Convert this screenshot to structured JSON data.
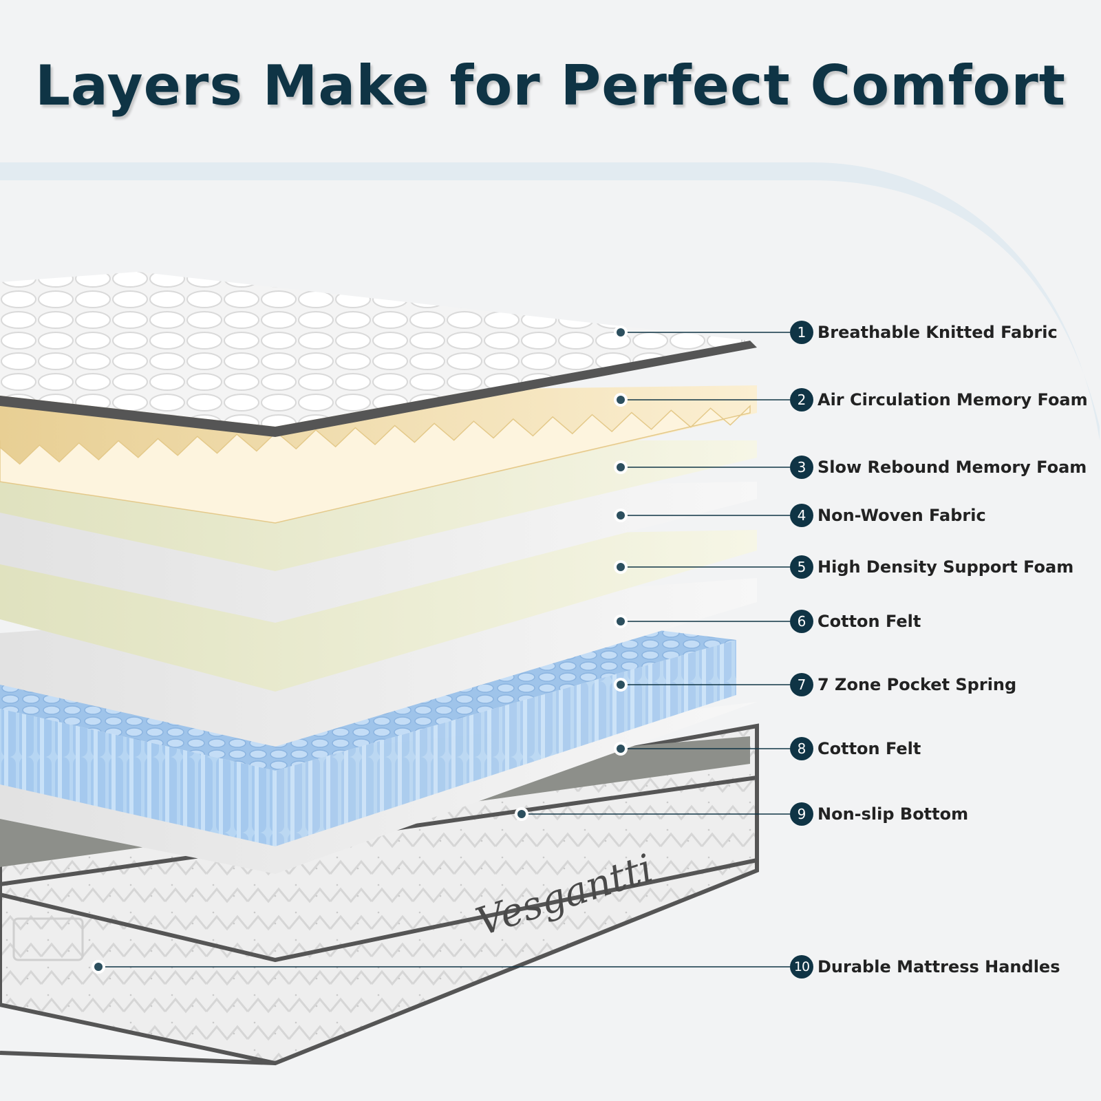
{
  "title": "Layers Make for Perfect Comfort",
  "brand": "Vesgantti",
  "colors": {
    "background": "#f2f3f4",
    "title": "#0f3445",
    "badge": "#0f3445",
    "spring": "#a9cdf0",
    "foam_yellow": "#f4e2b8",
    "foam_green": "#eeefd8"
  },
  "layers": [
    {
      "number": "1",
      "label": "Breathable Knitted Fabric"
    },
    {
      "number": "2",
      "label": "Air Circulation Memory Foam"
    },
    {
      "number": "3",
      "label": "Slow Rebound Memory Foam"
    },
    {
      "number": "4",
      "label": "Non-Woven Fabric"
    },
    {
      "number": "5",
      "label": "High Density Support Foam"
    },
    {
      "number": "6",
      "label": "Cotton Felt"
    },
    {
      "number": "7",
      "label": "7 Zone Pocket Spring"
    },
    {
      "number": "8",
      "label": "Cotton Felt"
    },
    {
      "number": "9",
      "label": "Non-slip Bottom"
    },
    {
      "number": "10",
      "label": "Durable Mattress Handles"
    }
  ]
}
